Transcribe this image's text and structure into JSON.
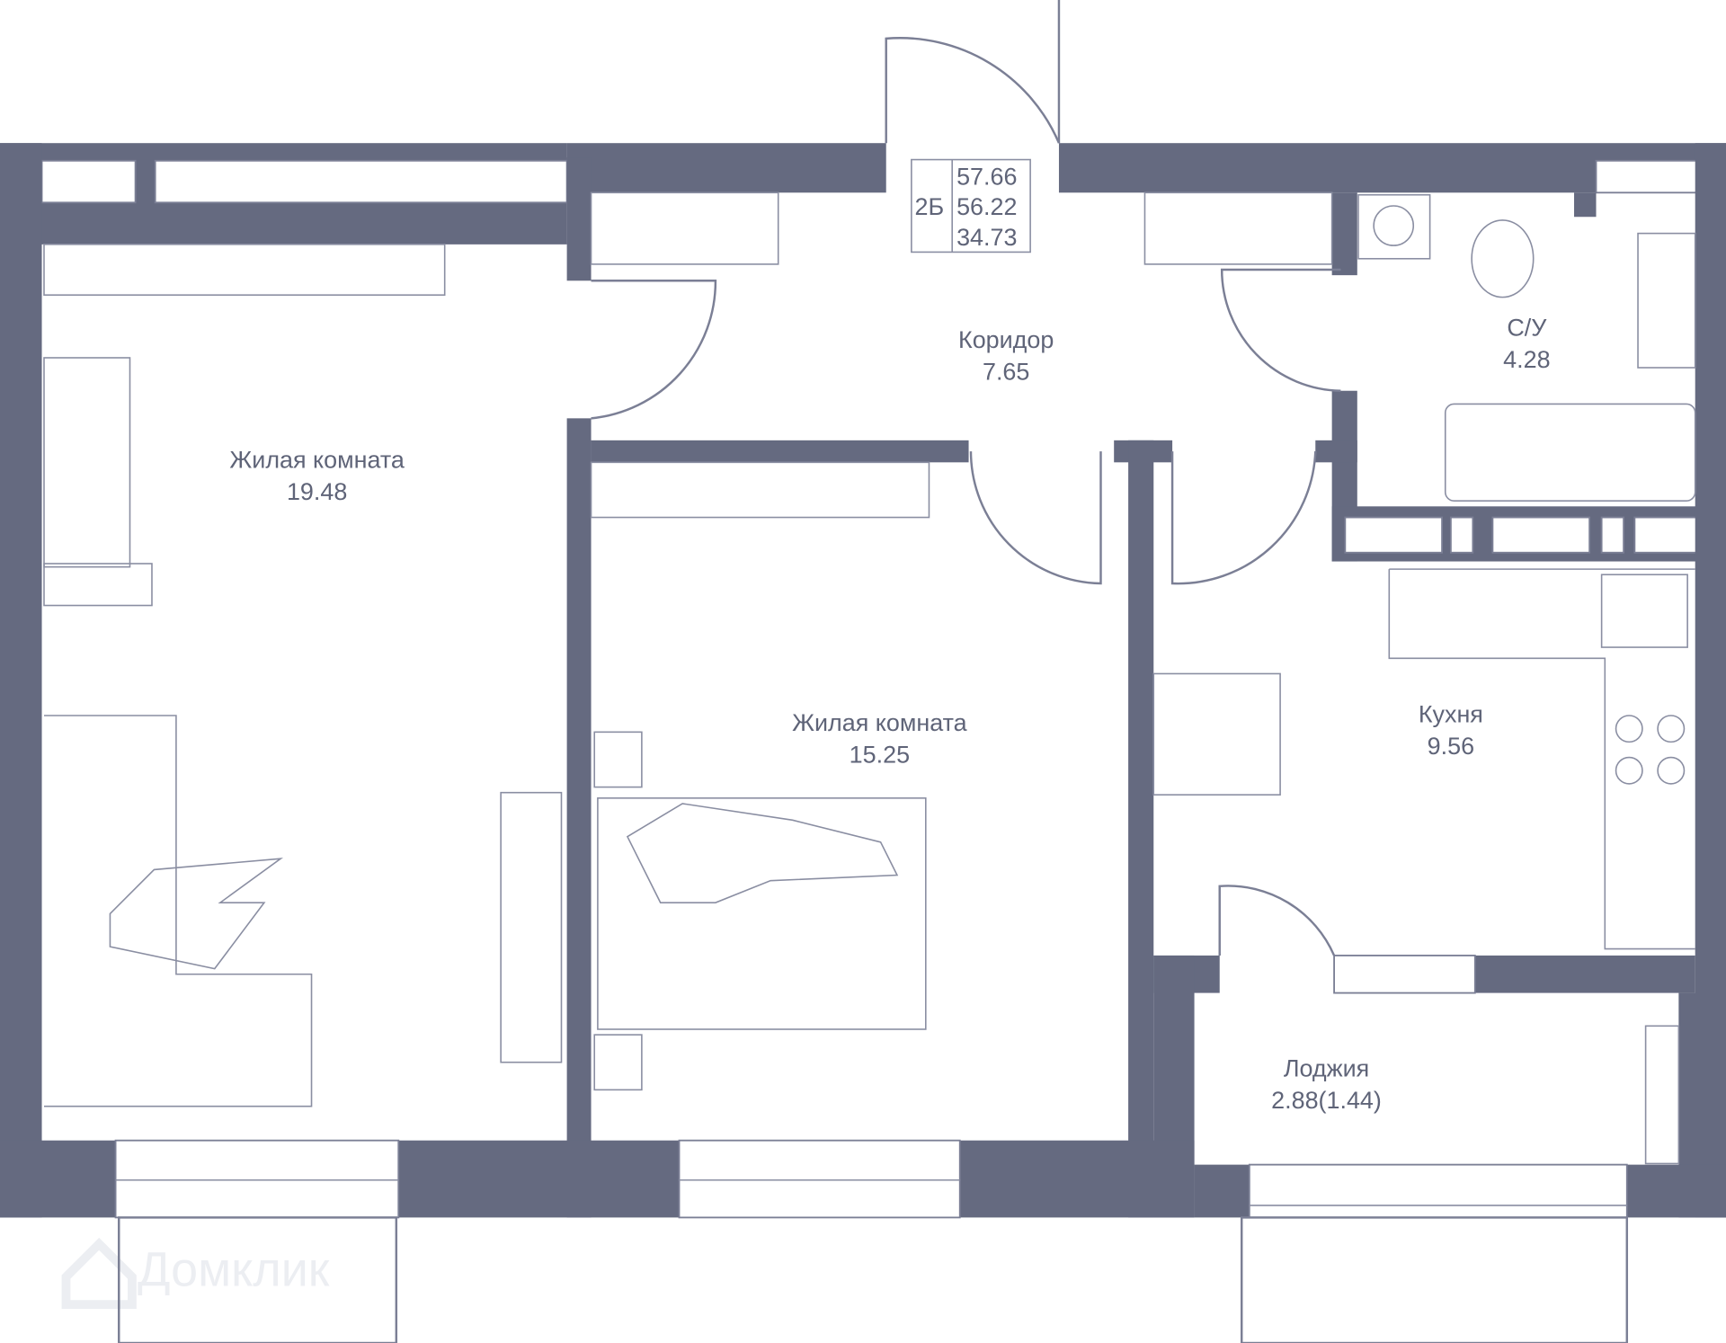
{
  "apartment": {
    "type": "2Б",
    "total_area": "57.66",
    "area_no_balcony": "56.22",
    "living_area": "34.73"
  },
  "rooms": [
    {
      "name": "Жилая комната",
      "area": "19.48"
    },
    {
      "name": "Коридор",
      "area": "7.65"
    },
    {
      "name": "С/У",
      "area": "4.28"
    },
    {
      "name": "Жилая комната",
      "area": "15.25"
    },
    {
      "name": "Кухня",
      "area": "9.56"
    },
    {
      "name": "Лоджия",
      "area": "2.88(1.44)"
    }
  ],
  "watermark": "Домклик",
  "colors": {
    "wall": "#656a80",
    "line": "#7b7f95",
    "text": "#5f6478"
  }
}
